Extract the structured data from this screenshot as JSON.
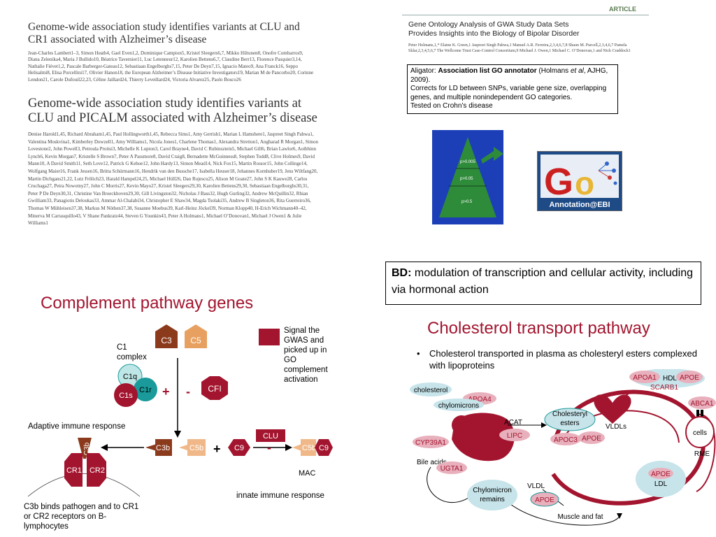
{
  "paper1": {
    "title": "Genome-wide association study identifies variants at CLU and CR1 associated with Alzheimer’s disease",
    "authors": "Jean-Charles Lambert1–3, Simon Heath4, Gael Even1,2, Dominique Campion5, Kristel Sleegers6,7, Mikko Hiltunen8, Onofre Combarros9, Diana Zelenika4, Maria J Bullido10, Béatrice Tavernier11, Luc Letenneur12, Karolien Bettens6,7, Claudine Berr13, Florence Pasquier3,14, Nathalie Fiévet1,2, Pascale Barberger-Gateau12, Sebastiaan Engelborghs7,15, Peter De Deyn7,15, Ignacio Mateo9, Ana Franck16, Seppo Helisalmi8, Elisa Porcellini17, Olivier Hanon18, the European Alzheimer’s Disease Initiative Investigators19, Marian M de Pancorbo20, Corinne Lendon21, Carole Dufouil22,23, Céline Jaillard24, Thierry Leveillard24, Victoria Alvarez25, Paolo Bosco26"
  },
  "paper2": {
    "title": "Genome-wide association study identifies variants at CLU and PICALM associated with Alzheimer’s disease",
    "authors": "Denise Harold1,45, Richard Abraham1,45, Paul Hollingworth1,45, Rebecca Sims1, Amy Gerrish1, Marian L Hamshere1, Jaspreet Singh Pahwa1, Valentina Moskvina1, Kimberley Dowzell1, Amy Williams1, Nicola Jones1, Charlene Thomas1, Alexandra Stretton1, Angharad R Morgan1, Simon Lovestone2, John Powell3, Petroula Proitsi3, Michelle K Lupton3, Carol Brayne4, David C Rubinsztein5, Michael Gill6, Brian Lawlor6, Aoibhinn Lynch6, Kevin Morgan7, Kristelle S Brown7, Peter A Passmore8, David Craig8, Bernadette McGuinness8, Stephen Todd8, Clive Holmes9, David Mann10, A David Smith11, Seth Love12, Patrick G Kehoe12, John Hardy13, Simon Mead14, Nick Fox15, Martin Rossor15, John Collinge14, Wolfgang Maier16, Frank Jessen16, Britta Schürmann16, Hendrik van den Bussche17, Isabella Heuser18, Johannes Kornhuber19, Jens Wiltfang20, Martin Dichgans21,22, Lutz Frölich23, Harald Hampel24,25, Michael Hüll26, Dan Rujescu25, Alison M Goate27, John S K Kauwe28, Carlos Cruchaga27, Petra Nowotny27, John C Morris27, Kevin Mayo27, Kristel Sleegers29,30, Karolien Bettens29,30, Sebastiaan Engelborghs30,31, Peter P De Deyn30,31, Christine Van Broeckhoven29,30, Gill Livingston32, Nicholas J Bass32, Hugh Gurling32, Andrew McQuillin32, Rhian Gwilliam33, Panagiotis Deloukas33, Ammar Al-Chalabi34, Christopher E Shaw34, Magda Tsolaki35, Andrew B Singleton36, Rita Guerreiro36, Thomas W Mühleisen37,38, Markus M Nöthen37,38, Susanne Moebus39, Karl-Heinz Jöckel39, Norman Klopp40, H-Erich Wichmann40–42, Minerva M Carrasquillo43, V Shane Pankratz44, Steven G Younkin43, Peter A Holmans1, Michael O’Donovan1, Michael J Owen1 & Julie Williams1"
  },
  "article": {
    "tag": "ARTICLE",
    "title_line1": "Gene Ontology Analysis of GWA Study Data Sets",
    "title_line2": "Provides Insights into the Biology of Bipolar Disorder",
    "authors": "Peter Holmans,1,* Elaine K. Green,1 Jaspreet Singh Pahwa,1 Manuel A.R. Ferreira,2,3,4,6,7,8 Shaun M. Purcell,2,3,4,6,7 Pamela Sklar,2,3,4,5,6,7 The Wellcome Trust Case-Control Consortium,9 Michael J. Owen,1 Michael C. O’Donovan,1 and Nick Craddock1"
  },
  "aligator_note": {
    "name": "Aligator:",
    "bold_part": "Association list GO annotator",
    "citation_a": " (Holmans ",
    "citation_italic": "et al",
    "citation_b": ", AJHG, 2009).",
    "line2": "Corrects for LD between SNPs, variable gene size, overlapping genes, and multiple nonindependent GO categories.",
    "line3": "Tested on Crohn’s  disease"
  },
  "pyramid": {
    "labels": [
      "p>0.005",
      "p>0.05",
      "p>0.5"
    ],
    "colors": {
      "bg": "#1c3fb8",
      "pyramid": "#2e8b3a",
      "arrow": "#2e8b3a"
    }
  },
  "annotation_logo": {
    "text": "Annotation@EBI",
    "letters": "Go"
  },
  "bd_box": {
    "bold": "BD:",
    "text": " modulation of transcription and cellular activity, including via hormonal action"
  },
  "complement": {
    "title": "Complement pathway genes",
    "legend": "Signal the GWAS and picked up in GO complement activation",
    "c1_complex": "C1 complex",
    "nodes": {
      "c3": "C3",
      "c5": "C5",
      "c1q": "C1q",
      "c1r": "C1r",
      "c1s": "C1s",
      "cfi": "CFI",
      "c3b": "C3b",
      "c5b": "C5b",
      "c9": "C9",
      "clu": "CLU",
      "c5b_mac": "C5b",
      "c9_mac": "C9",
      "cr1": "CR1",
      "cr2": "CR2",
      "c3b_receptor": "C3b"
    },
    "plus1": "+",
    "minus1": "-",
    "plus2": "+",
    "minus2": "-",
    "adaptive": "Adaptive immune response",
    "mac": "MAC",
    "innate": "innate immune response",
    "c3b_text": "C3b binds pathogen and to CR1 or CR2 receptors on B-lymphocytes",
    "colors": {
      "dark_red": "#a3152f",
      "brown": "#8b3a1c",
      "peach": "#e8a060",
      "teal": "#1a9a9a",
      "light_teal": "#bfe6e6"
    }
  },
  "cholesterol": {
    "title": "Cholesterol transport pathway",
    "bullet": "Cholesterol transported in plasma as cholesteryl esters complexed with lipoproteins",
    "labels": {
      "cholesterol": "cholesterol",
      "apoa4": "APOA4",
      "chylomicrons": "chylomicrons",
      "acat": "ACAT",
      "lipc": "LIPC",
      "cholesteryl_esters": "Cholesteryl esters",
      "vldls": "VLDLs",
      "apoc3": "APOC3",
      "apoe1": "APOE",
      "apoa1": "APOA1",
      "hdl": "HDL",
      "apoe2": "APOE",
      "scarb1": "SCARB1",
      "abca1": "ABCA1",
      "cells": "cells",
      "rme": "RME",
      "cyp39a1": "CYP39A1",
      "bile_acids": "Bile acids",
      "ugta1": "UGTA1",
      "apoe3": "APOE",
      "ldl": "LDL",
      "chylomicron_remains": "Chylomicron remains",
      "vldl": "VLDL",
      "apoe4": "APOE",
      "muscle_fat": "Muscle and fat"
    },
    "colors": {
      "organ": "#a3152f",
      "pink": "#e8b0bc",
      "teal_fill": "#c6e4ea"
    }
  }
}
